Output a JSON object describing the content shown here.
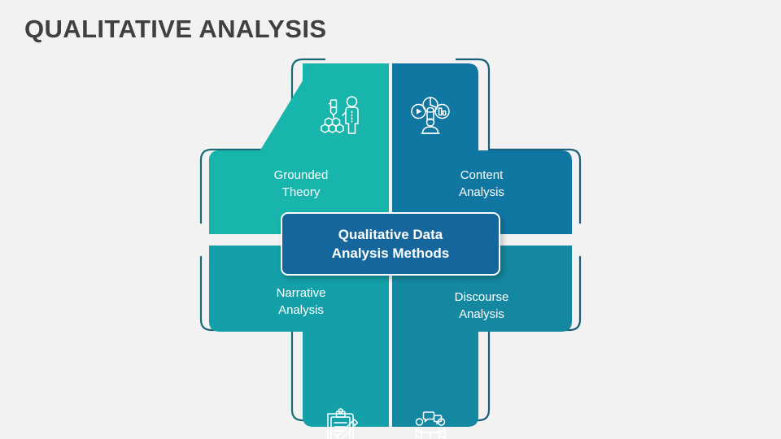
{
  "slide": {
    "title": "QUALITATIVE ANALYSIS",
    "background_color": "#f2f2f2",
    "title_color": "#404040"
  },
  "center": {
    "label": "Qualitative Data\nAnalysis Methods",
    "background_color": "#15669c",
    "border_color": "#ffffff",
    "text_color": "#ffffff"
  },
  "quadrants": [
    {
      "id": "grounded-theory",
      "position": "top-left",
      "label": "Grounded\nTheory",
      "icon": "researcher-molecule-icon",
      "fill_color": "#17b5ab",
      "outline_color": "#1a6b77",
      "text_color": "#ffffff"
    },
    {
      "id": "content-analysis",
      "position": "top-right",
      "label": "Content\nAnalysis",
      "icon": "media-person-icon",
      "fill_color": "#1077a3",
      "outline_color": "#1a5f7a",
      "text_color": "#ffffff"
    },
    {
      "id": "narrative-analysis",
      "position": "bottom-left",
      "label": "Narrative\nAnalysis",
      "icon": "clipboard-pencil-icon",
      "fill_color": "#14a0a8",
      "outline_color": "#1a6b77",
      "text_color": "#ffffff"
    },
    {
      "id": "discourse-analysis",
      "position": "bottom-right",
      "label": "Discourse\nAnalysis",
      "icon": "meeting-discussion-icon",
      "fill_color": "#1488a0",
      "outline_color": "#1a5f7a",
      "text_color": "#ffffff"
    }
  ]
}
